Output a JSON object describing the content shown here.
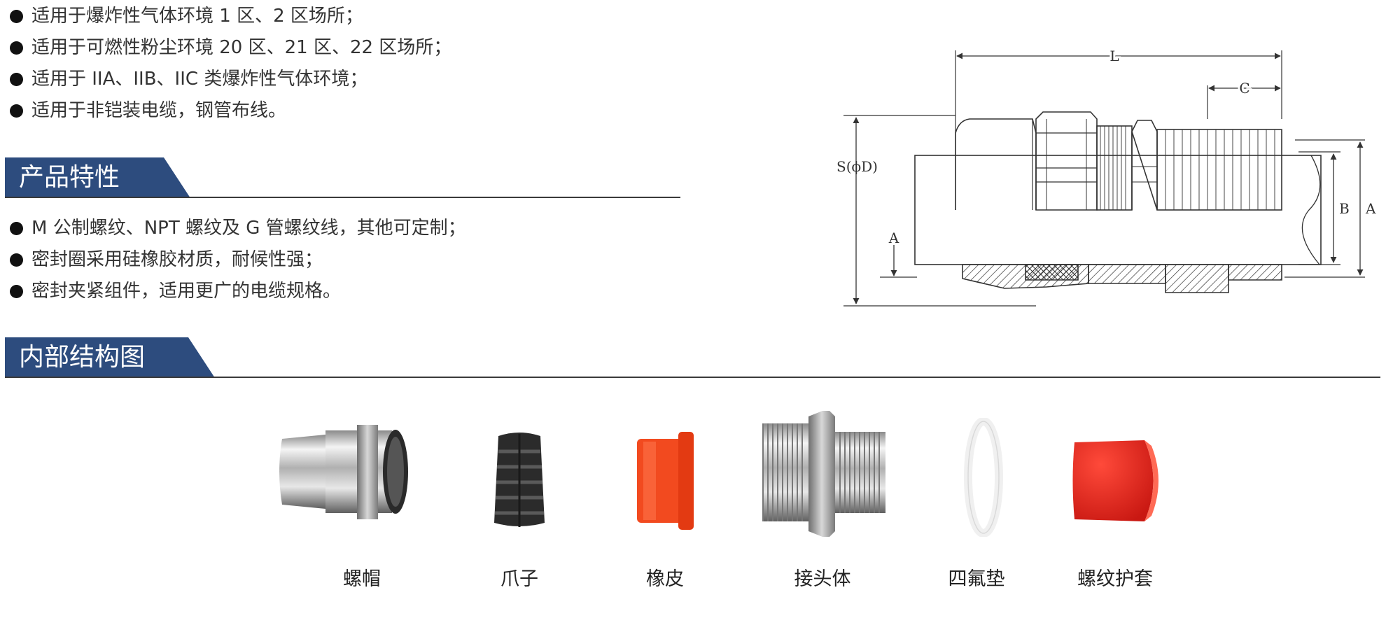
{
  "applications": [
    "适用于爆炸性气体环境 1 区、2 区场所；",
    "适用于可燃性粉尘环境 20 区、21 区、22 区场所；",
    "适用于 IIA、IIB、IIC 类爆炸性气体环境；",
    "适用于非铠装电缆，钢管布线。"
  ],
  "features": {
    "title": "产品特性",
    "items": [
      "M 公制螺纹、NPT 螺纹及 G 管螺纹线，其他可定制；",
      "密封圈采用硅橡胶材质，耐候性强；",
      "密封夹紧组件，适用更广的电缆规格。"
    ]
  },
  "structure": {
    "title": "内部结构图",
    "parts": [
      "螺帽",
      "爪子",
      "橡皮",
      "接头体",
      "四氟垫",
      "螺纹护套"
    ]
  },
  "drawing": {
    "labels": {
      "L": "L",
      "C": "C",
      "S": "S(ϕD)",
      "A": "A",
      "B": "B"
    }
  },
  "colors": {
    "accent": "#2d4c7e",
    "rubber": "#f24a1f",
    "cap": "#e8231a"
  }
}
